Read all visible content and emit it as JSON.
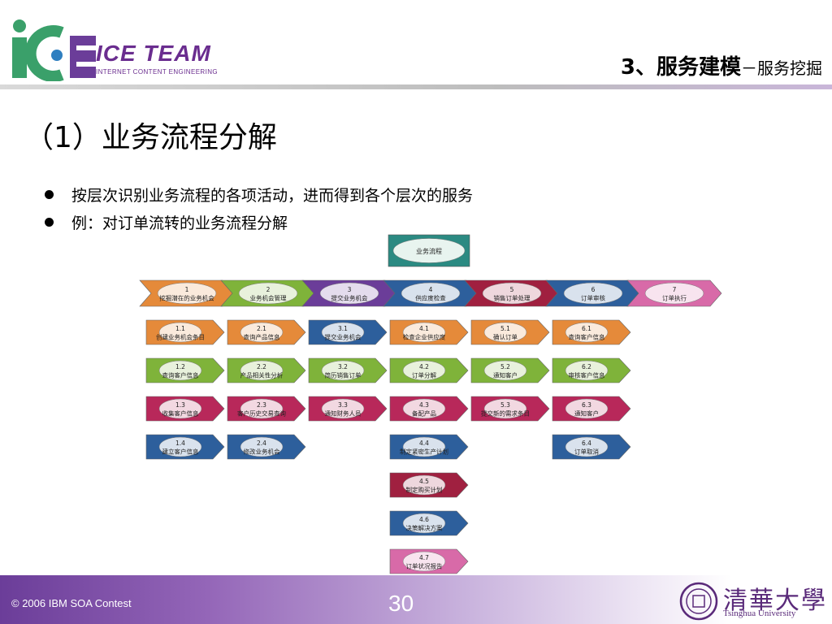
{
  "header": {
    "logo_text": "ICE TEAM",
    "logo_subtitle": "INTERNET  CONTENT  ENGINEERING",
    "title_main": "3、服务建模",
    "title_sub": "－服务挖掘"
  },
  "slide": {
    "section_title": "（1）业务流程分解",
    "bullets": [
      "按层次识别业务流程的各项活动，进而得到各个层次的服务",
      "例：对订单流转的业务流程分解"
    ]
  },
  "diagram": {
    "root": "业务流程",
    "processes": [
      {
        "num": "1",
        "label": "挖掘潜在的业务机会",
        "color": "#e58a3a",
        "sub": [
          {
            "num": "1.1",
            "label": "创建业务机会条目",
            "color": "#e58a3a"
          },
          {
            "num": "1.2",
            "label": "查询客户信息",
            "color": "#7fb33a"
          },
          {
            "num": "1.3",
            "label": "收集客户信息",
            "color": "#b8285a"
          },
          {
            "num": "1.4",
            "label": "建立客户信息",
            "color": "#2d5f9c"
          }
        ]
      },
      {
        "num": "2",
        "label": "业务机会管理",
        "color": "#7fb33a",
        "sub": [
          {
            "num": "2.1",
            "label": "查询产品信息",
            "color": "#e58a3a"
          },
          {
            "num": "2.2",
            "label": "产品相关性分析",
            "color": "#7fb33a"
          },
          {
            "num": "2.3",
            "label": "客户历史交易查询",
            "color": "#b8285a"
          },
          {
            "num": "2.4",
            "label": "修改业务机会",
            "color": "#2d5f9c"
          }
        ]
      },
      {
        "num": "3",
        "label": "提交业务机会",
        "color": "#6b3d99",
        "sub": [
          {
            "num": "3.1",
            "label": "提交业务机会",
            "color": "#2d5f9c"
          },
          {
            "num": "3.2",
            "label": "简历销售订单",
            "color": "#7fb33a"
          },
          {
            "num": "3.3",
            "label": "通知财务人员",
            "color": "#b8285a"
          }
        ]
      },
      {
        "num": "4",
        "label": "供应度检查",
        "color": "#2d5f9c",
        "sub": [
          {
            "num": "4.1",
            "label": "检查企业供应度",
            "color": "#e58a3a"
          },
          {
            "num": "4.2",
            "label": "订单分解",
            "color": "#7fb33a"
          },
          {
            "num": "4.3",
            "label": "备配产品",
            "color": "#b8285a"
          },
          {
            "num": "4.4",
            "label": "制定紧密生产计划",
            "color": "#2d5f9c"
          },
          {
            "num": "4.5",
            "label": "制定购买计划",
            "color": "#a02040"
          },
          {
            "num": "4.6",
            "label": "决策解决方案",
            "color": "#2d5f9c"
          },
          {
            "num": "4.7",
            "label": "订单状况报告",
            "color": "#d86aa8"
          }
        ]
      },
      {
        "num": "5",
        "label": "销售订单处理",
        "color": "#a02040",
        "sub": [
          {
            "num": "5.1",
            "label": "确认订单",
            "color": "#e58a3a"
          },
          {
            "num": "5.2",
            "label": "通知客户",
            "color": "#7fb33a"
          },
          {
            "num": "5.3",
            "label": "提交新的需求条目",
            "color": "#b8285a"
          }
        ]
      },
      {
        "num": "6",
        "label": "订单审核",
        "color": "#2d5f9c",
        "sub": [
          {
            "num": "6.1",
            "label": "查询客户信息",
            "color": "#e58a3a"
          },
          {
            "num": "6.2",
            "label": "审核客户信息",
            "color": "#7fb33a"
          },
          {
            "num": "6.3",
            "label": "通知客户",
            "color": "#b8285a"
          },
          {
            "num": "6.4",
            "label": "订单取消",
            "color": "#2d5f9c"
          }
        ]
      },
      {
        "num": "7",
        "label": "订单执行",
        "color": "#d86aa8",
        "sub": []
      }
    ]
  },
  "footer": {
    "copyright": "© 2006 IBM SOA Contest",
    "page_number": "30",
    "university_name": "清華大學",
    "university_en": "Tsinghua University"
  },
  "colors": {
    "brand_purple": "#6b3d99",
    "logo_green": "#3aa06a"
  },
  "icons": [
    "ice-team-logo-icon",
    "tsinghua-seal-icon"
  ]
}
